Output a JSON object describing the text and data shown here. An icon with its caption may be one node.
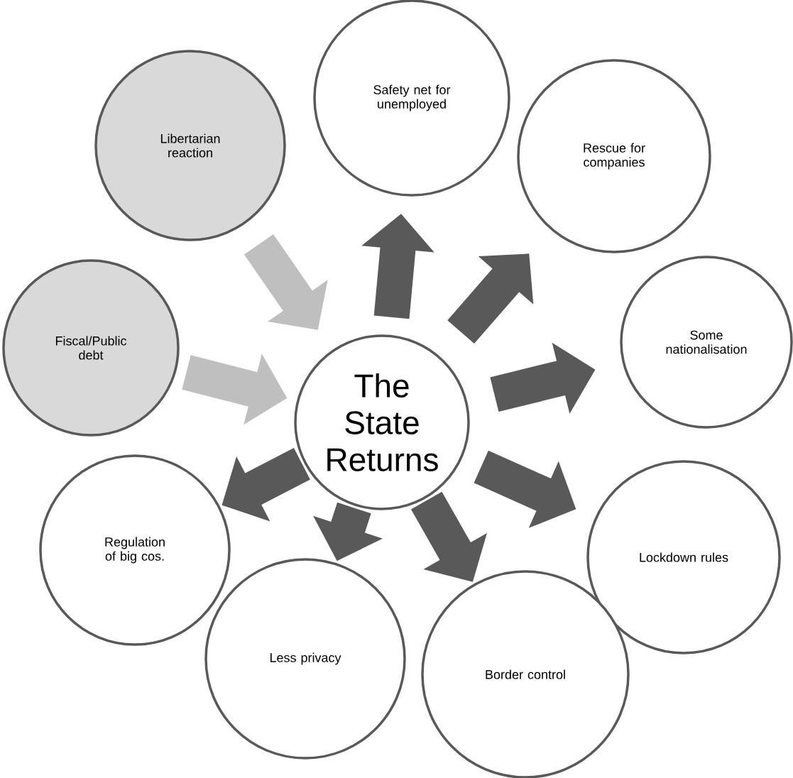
{
  "diagram": {
    "nodes": [
      {
        "text": [
          "The State Returns"
        ]
      },
      {
        "text": [
          "Libertarian reaction"
        ]
      },
      {
        "text": [
          "Safety net for unemployed"
        ]
      },
      {
        "text": [
          "Rescue for companies"
        ]
      },
      {
        "text": [
          "Fiscal/Public debt"
        ]
      },
      {
        "text": [
          "Some nationalisation"
        ]
      },
      {
        "text": [
          "Regulation of big cos."
        ]
      },
      {
        "text": [
          "Lockdown rules"
        ]
      },
      {
        "text": [
          "Less privacy"
        ]
      },
      {
        "text": [
          "Border control"
        ]
      }
    ],
    "edges": [
      {
        "from": 1,
        "to": 0,
        "arrow": "to",
        "color": "#bfbfbf"
      },
      {
        "from": 0,
        "to": 2,
        "arrow": "to"
      },
      {
        "from": 0,
        "to": 3,
        "arrow": "to"
      },
      {
        "from": 4,
        "to": 0,
        "arrow": "to",
        "color": "#bfbfbf"
      },
      {
        "from": 0,
        "to": 5,
        "arrow": "to"
      },
      {
        "from": 0,
        "to": 6,
        "arrow": "to"
      },
      {
        "from": 0,
        "to": 7,
        "arrow": "to"
      },
      {
        "from": 0,
        "to": 8,
        "arrow": "to"
      },
      {
        "from": 0,
        "to": 9,
        "arrow": "to"
      }
    ]
  }
}
